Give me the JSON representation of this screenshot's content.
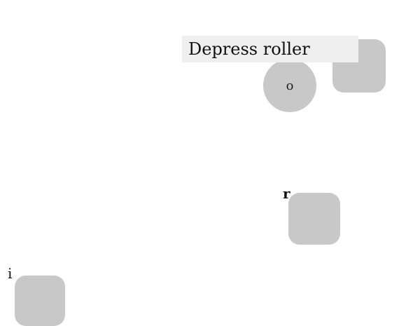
{
  "instruction": {
    "text": "Depress roller"
  },
  "controls": {
    "circle_label": "o",
    "square_r_label": "r",
    "square_i_label": "i"
  },
  "colors": {
    "control_fill": "#c8c8c8",
    "instruction_bg": "#efefef",
    "background": "#ffffff"
  }
}
